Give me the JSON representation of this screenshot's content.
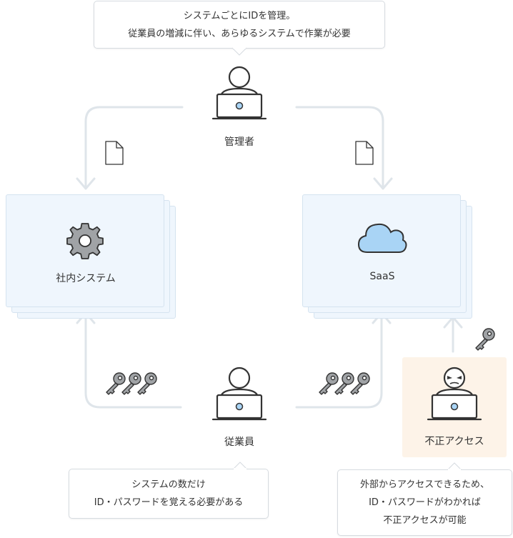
{
  "top_bubble": {
    "line1": "システムごとにIDを管理。",
    "line2": "従業員の増減に伴い、あらゆるシステムで作業が必要"
  },
  "admin": {
    "label": "管理者"
  },
  "internal_system": {
    "label": "社内システム"
  },
  "saas": {
    "label": "SaaS"
  },
  "employee": {
    "label": "従業員"
  },
  "fraud": {
    "label": "不正アクセス"
  },
  "employee_bubble": {
    "line1": "システムの数だけ",
    "line2": "ID・パスワードを覚える必要がある"
  },
  "fraud_bubble": {
    "line1": "外部からアクセスできるため、",
    "line2": "ID・パスワードがわかれば",
    "line3": "不正アクセスが可能"
  },
  "icons": {
    "admin_person": "person-with-laptop-icon",
    "employee_person": "person-with-laptop-icon",
    "attacker_person": "masked-person-with-laptop-icon",
    "document": "document-icon",
    "gear": "gear-icon",
    "cloud": "cloud-icon",
    "key": "key-icon"
  },
  "colors": {
    "connector": "#dfe5ea",
    "system_card_bg": "#eff6fd",
    "fraud_bg": "#fdf3e8",
    "cloud_fill": "#a9d4f5",
    "screen_dot": "#a9d4f5"
  }
}
